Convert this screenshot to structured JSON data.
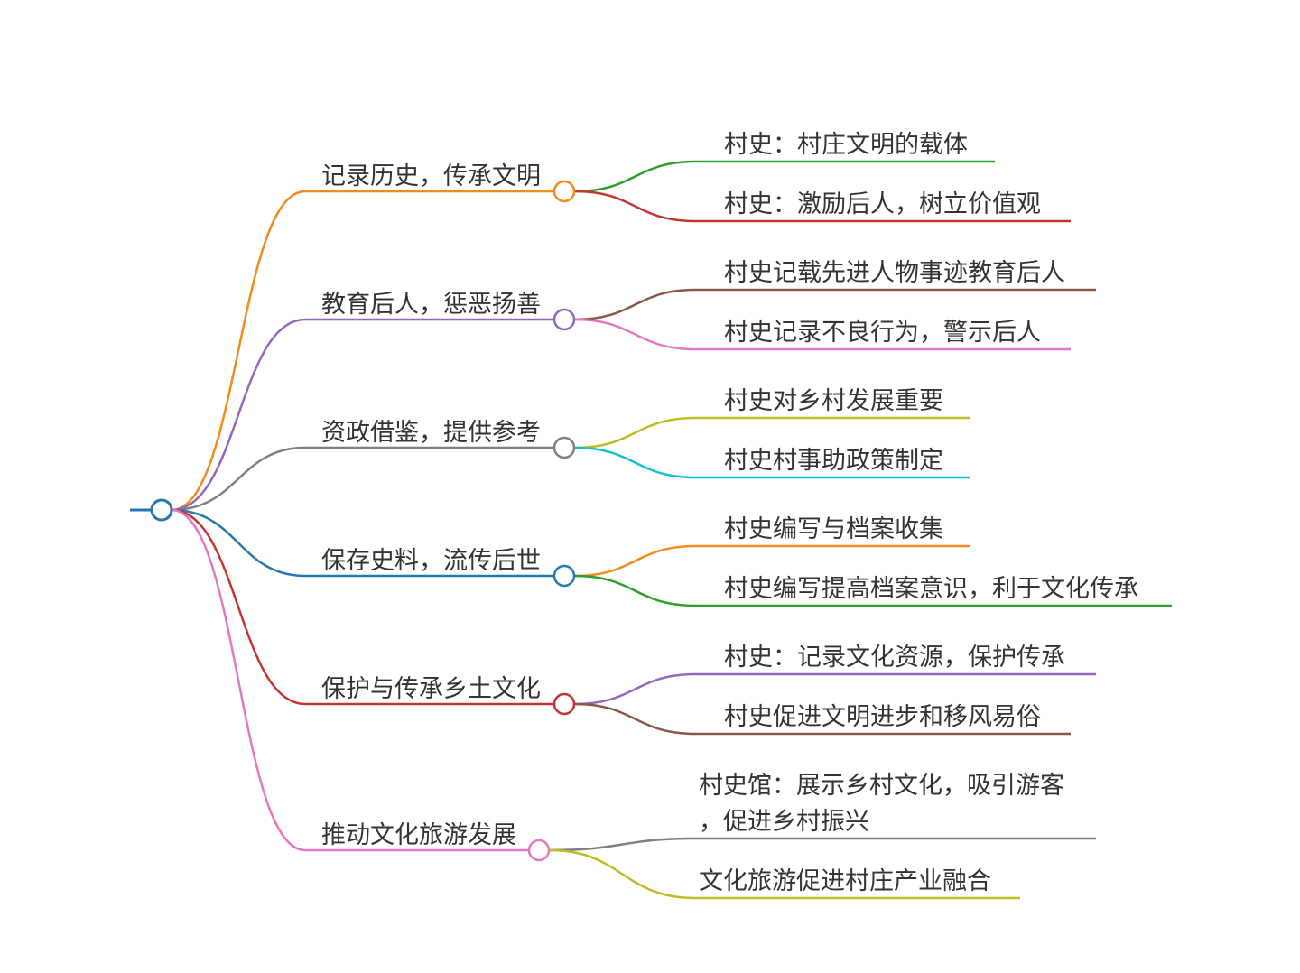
{
  "mindmap": {
    "root": {
      "color": "#2a77ad"
    },
    "branches": [
      {
        "label": "记录历史，传承文明",
        "color": "#f28a1e",
        "children": [
          {
            "lines": [
              "村史：村庄文明的载体"
            ],
            "color": "#2ca02c"
          },
          {
            "lines": [
              "村史：激励后人，树立价值观"
            ],
            "color": "#c23531"
          }
        ]
      },
      {
        "label": "教育后人，惩恶扬善",
        "color": "#9467bd",
        "children": [
          {
            "lines": [
              "村史记载先进人物事迹教育后人"
            ],
            "color": "#8c564b"
          },
          {
            "lines": [
              "村史记录不良行为，警示后人"
            ],
            "color": "#e377c2"
          }
        ]
      },
      {
        "label": "资政借鉴，提供参考",
        "color": "#7f7f7f",
        "children": [
          {
            "lines": [
              "村史对乡村发展重要"
            ],
            "color": "#bcbd22"
          },
          {
            "lines": [
              "村史村事助政策制定"
            ],
            "color": "#17becf"
          }
        ]
      },
      {
        "label": "保存史料，流传后世",
        "color": "#2a77ad",
        "children": [
          {
            "lines": [
              "村史编写与档案收集"
            ],
            "color": "#f28a1e"
          },
          {
            "lines": [
              "村史编写提高档案意识，利于文化传承"
            ],
            "color": "#2ca02c"
          }
        ]
      },
      {
        "label": "保护与传承乡土文化",
        "color": "#c23531",
        "children": [
          {
            "lines": [
              "村史：记录文化资源，保护传承"
            ],
            "color": "#9467bd"
          },
          {
            "lines": [
              "村史促进文明进步和移风易俗"
            ],
            "color": "#8c564b"
          }
        ]
      },
      {
        "label": "推动文化旅游发展",
        "color": "#e377c2",
        "children": [
          {
            "lines": [
              "村史馆：展示乡村文化，吸引游客",
              "，促进乡村振兴"
            ],
            "color": "#7f7f7f"
          },
          {
            "lines": [
              "文化旅游促进村庄产业融合"
            ],
            "color": "#bcbd22"
          }
        ]
      }
    ]
  }
}
